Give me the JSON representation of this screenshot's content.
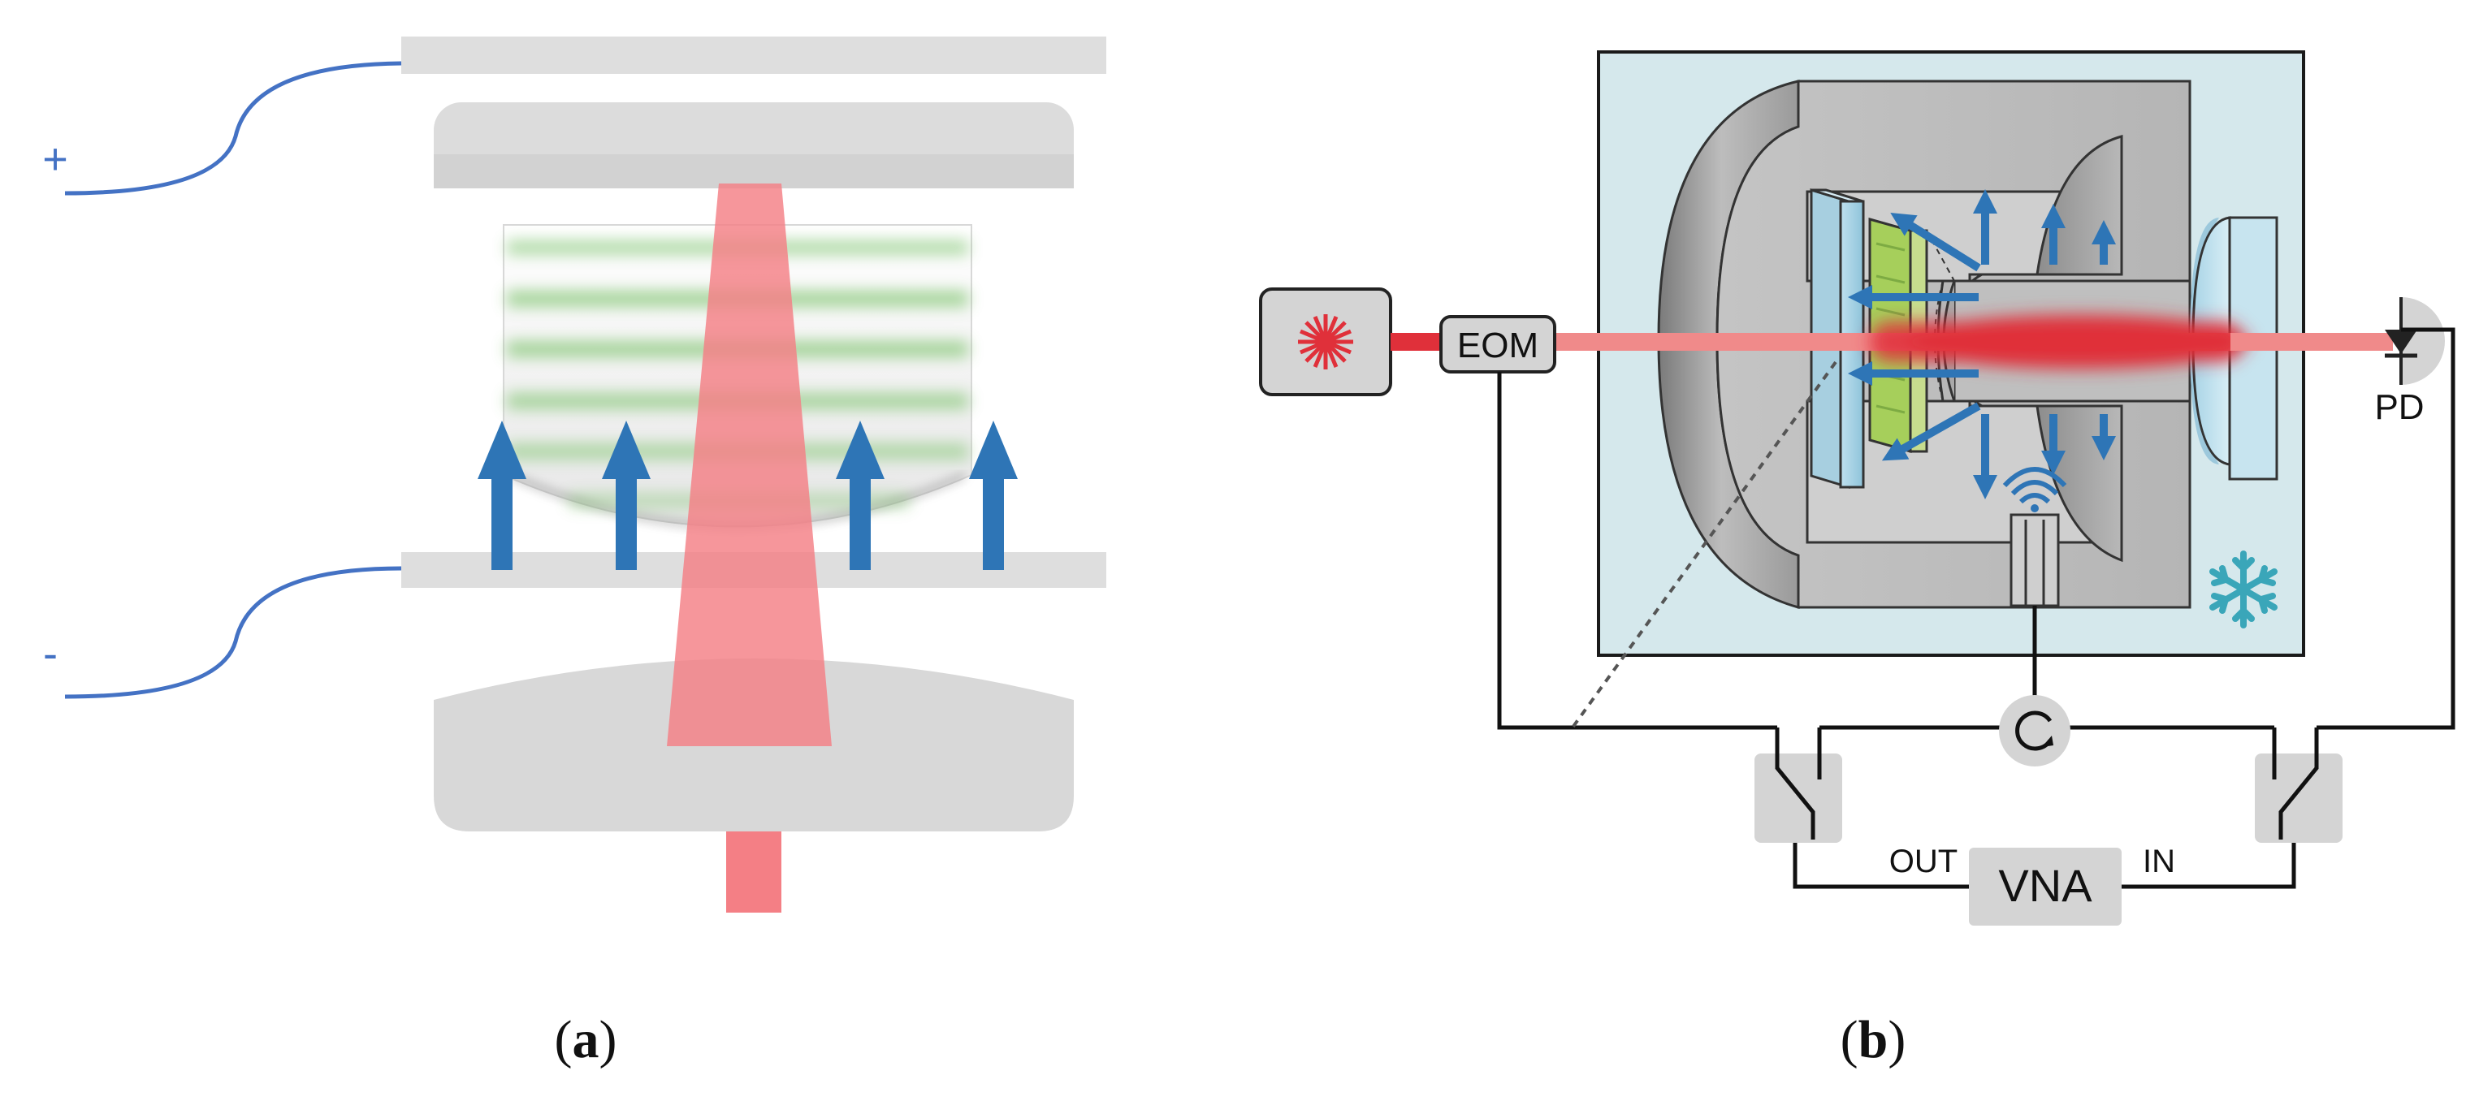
{
  "panel_a": {
    "caption": "(a)",
    "caption_letter": "a",
    "electrode_plus": "+",
    "electrode_minus": "-"
  },
  "panel_b": {
    "caption": "(b)",
    "caption_letter": "b",
    "eom_label": "EOM",
    "pd_label": "PD",
    "vna_label": "VNA",
    "vna_out_label": "OUT",
    "vna_in_label": "IN"
  },
  "colors": {
    "laser_red": "#f08a8a",
    "beam_red": "#e0303a",
    "arrow_blue": "#2e75b6",
    "wire_blue": "#4472c4",
    "cryo_box": "#d5e8ec",
    "plate_grey": "#d9d9d9",
    "snowflake": "#3aa6b9",
    "green_pattern": "#7cc36c"
  },
  "icons": [
    "laser-icon",
    "snowflake-icon",
    "circulator-icon",
    "photodiode-icon",
    "antenna-icon",
    "switch-icon"
  ]
}
